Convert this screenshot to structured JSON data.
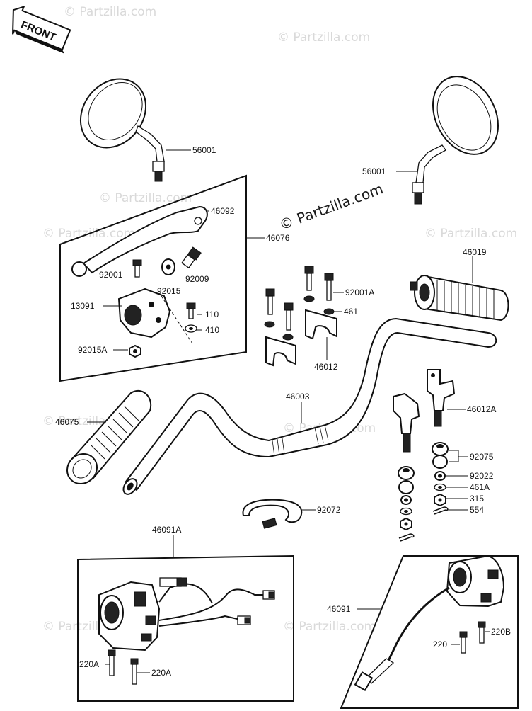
{
  "watermarks": {
    "faint": "© Partzilla.com",
    "center": "© Partzilla.com"
  },
  "front_arrow": {
    "label": "FRONT"
  },
  "labels": {
    "mirror_left": "56001",
    "mirror_right": "56001",
    "lever": "46092",
    "lever_holder_assy": "46076",
    "bolt_a": "92001",
    "adjuster": "92009",
    "nut_lever": "92015",
    "holder": "13091",
    "bolt_110": "110",
    "washer_410": "410",
    "nut_holder": "92015A",
    "grip_right": "46019",
    "bolt_holder": "92001A",
    "washer_461": "461",
    "clamp": "46012",
    "handlebar": "46003",
    "grip_left": "46075",
    "holder_lower": "46012A",
    "damper": "92075",
    "collar": "92022",
    "washer_461a": "461A",
    "nut_315": "315",
    "cotter_pin": "554",
    "band": "92072",
    "switch_left": "46091A",
    "switch_right": "46091",
    "screw_220a_1": "220A",
    "screw_220a_2": "220A",
    "screw_220": "220",
    "screw_220b": "220B"
  }
}
